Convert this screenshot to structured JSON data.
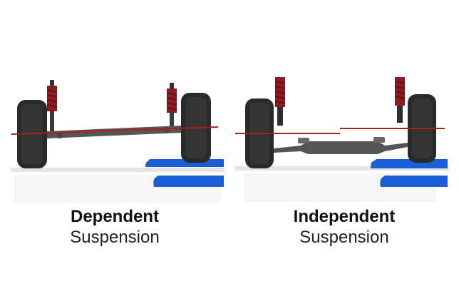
{
  "panels": [
    {
      "id": "dependent",
      "title": "Dependent",
      "subtitle": "Suspension",
      "axle_type": "solid-axle",
      "level_line": "single-straight"
    },
    {
      "id": "independent",
      "title": "Independent",
      "subtitle": "Suspension",
      "axle_type": "subframe-control-arms",
      "level_line": "stepped"
    }
  ],
  "colors": {
    "ramp_blue": "#1a5fd6",
    "level_line_red": "#b01e1e",
    "spring_red": "#8e1a22",
    "tire_dark": "#2a2a2a",
    "axle_gray": "#555555",
    "background": "#ffffff"
  }
}
